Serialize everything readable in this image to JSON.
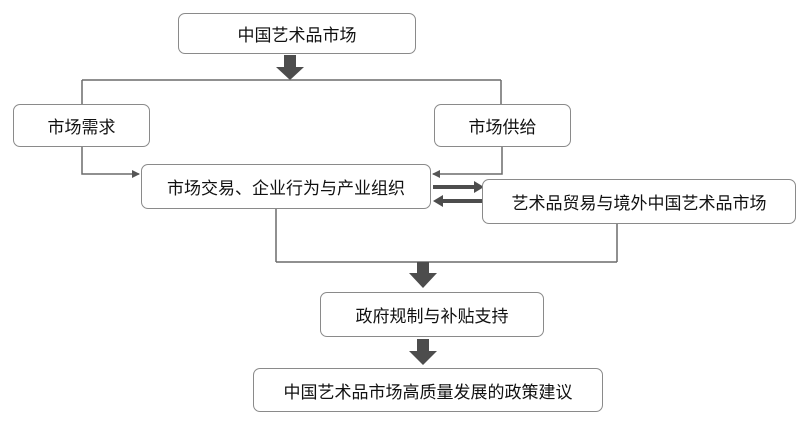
{
  "diagram": {
    "nodes": {
      "market": "中国艺术品市场",
      "demand": "市场需求",
      "supply": "市场供给",
      "trade": "市场交易、企业行为与产业组织",
      "overseas": "艺术品贸易与境外中国艺术品市场",
      "government": "政府规制与补贴支持",
      "policy": "中国艺术品市场高质量发展的政策建议"
    },
    "colors": {
      "line": "#6b6b6b",
      "arrow": "#4d4d4d",
      "border": "#8a8a8a"
    }
  }
}
